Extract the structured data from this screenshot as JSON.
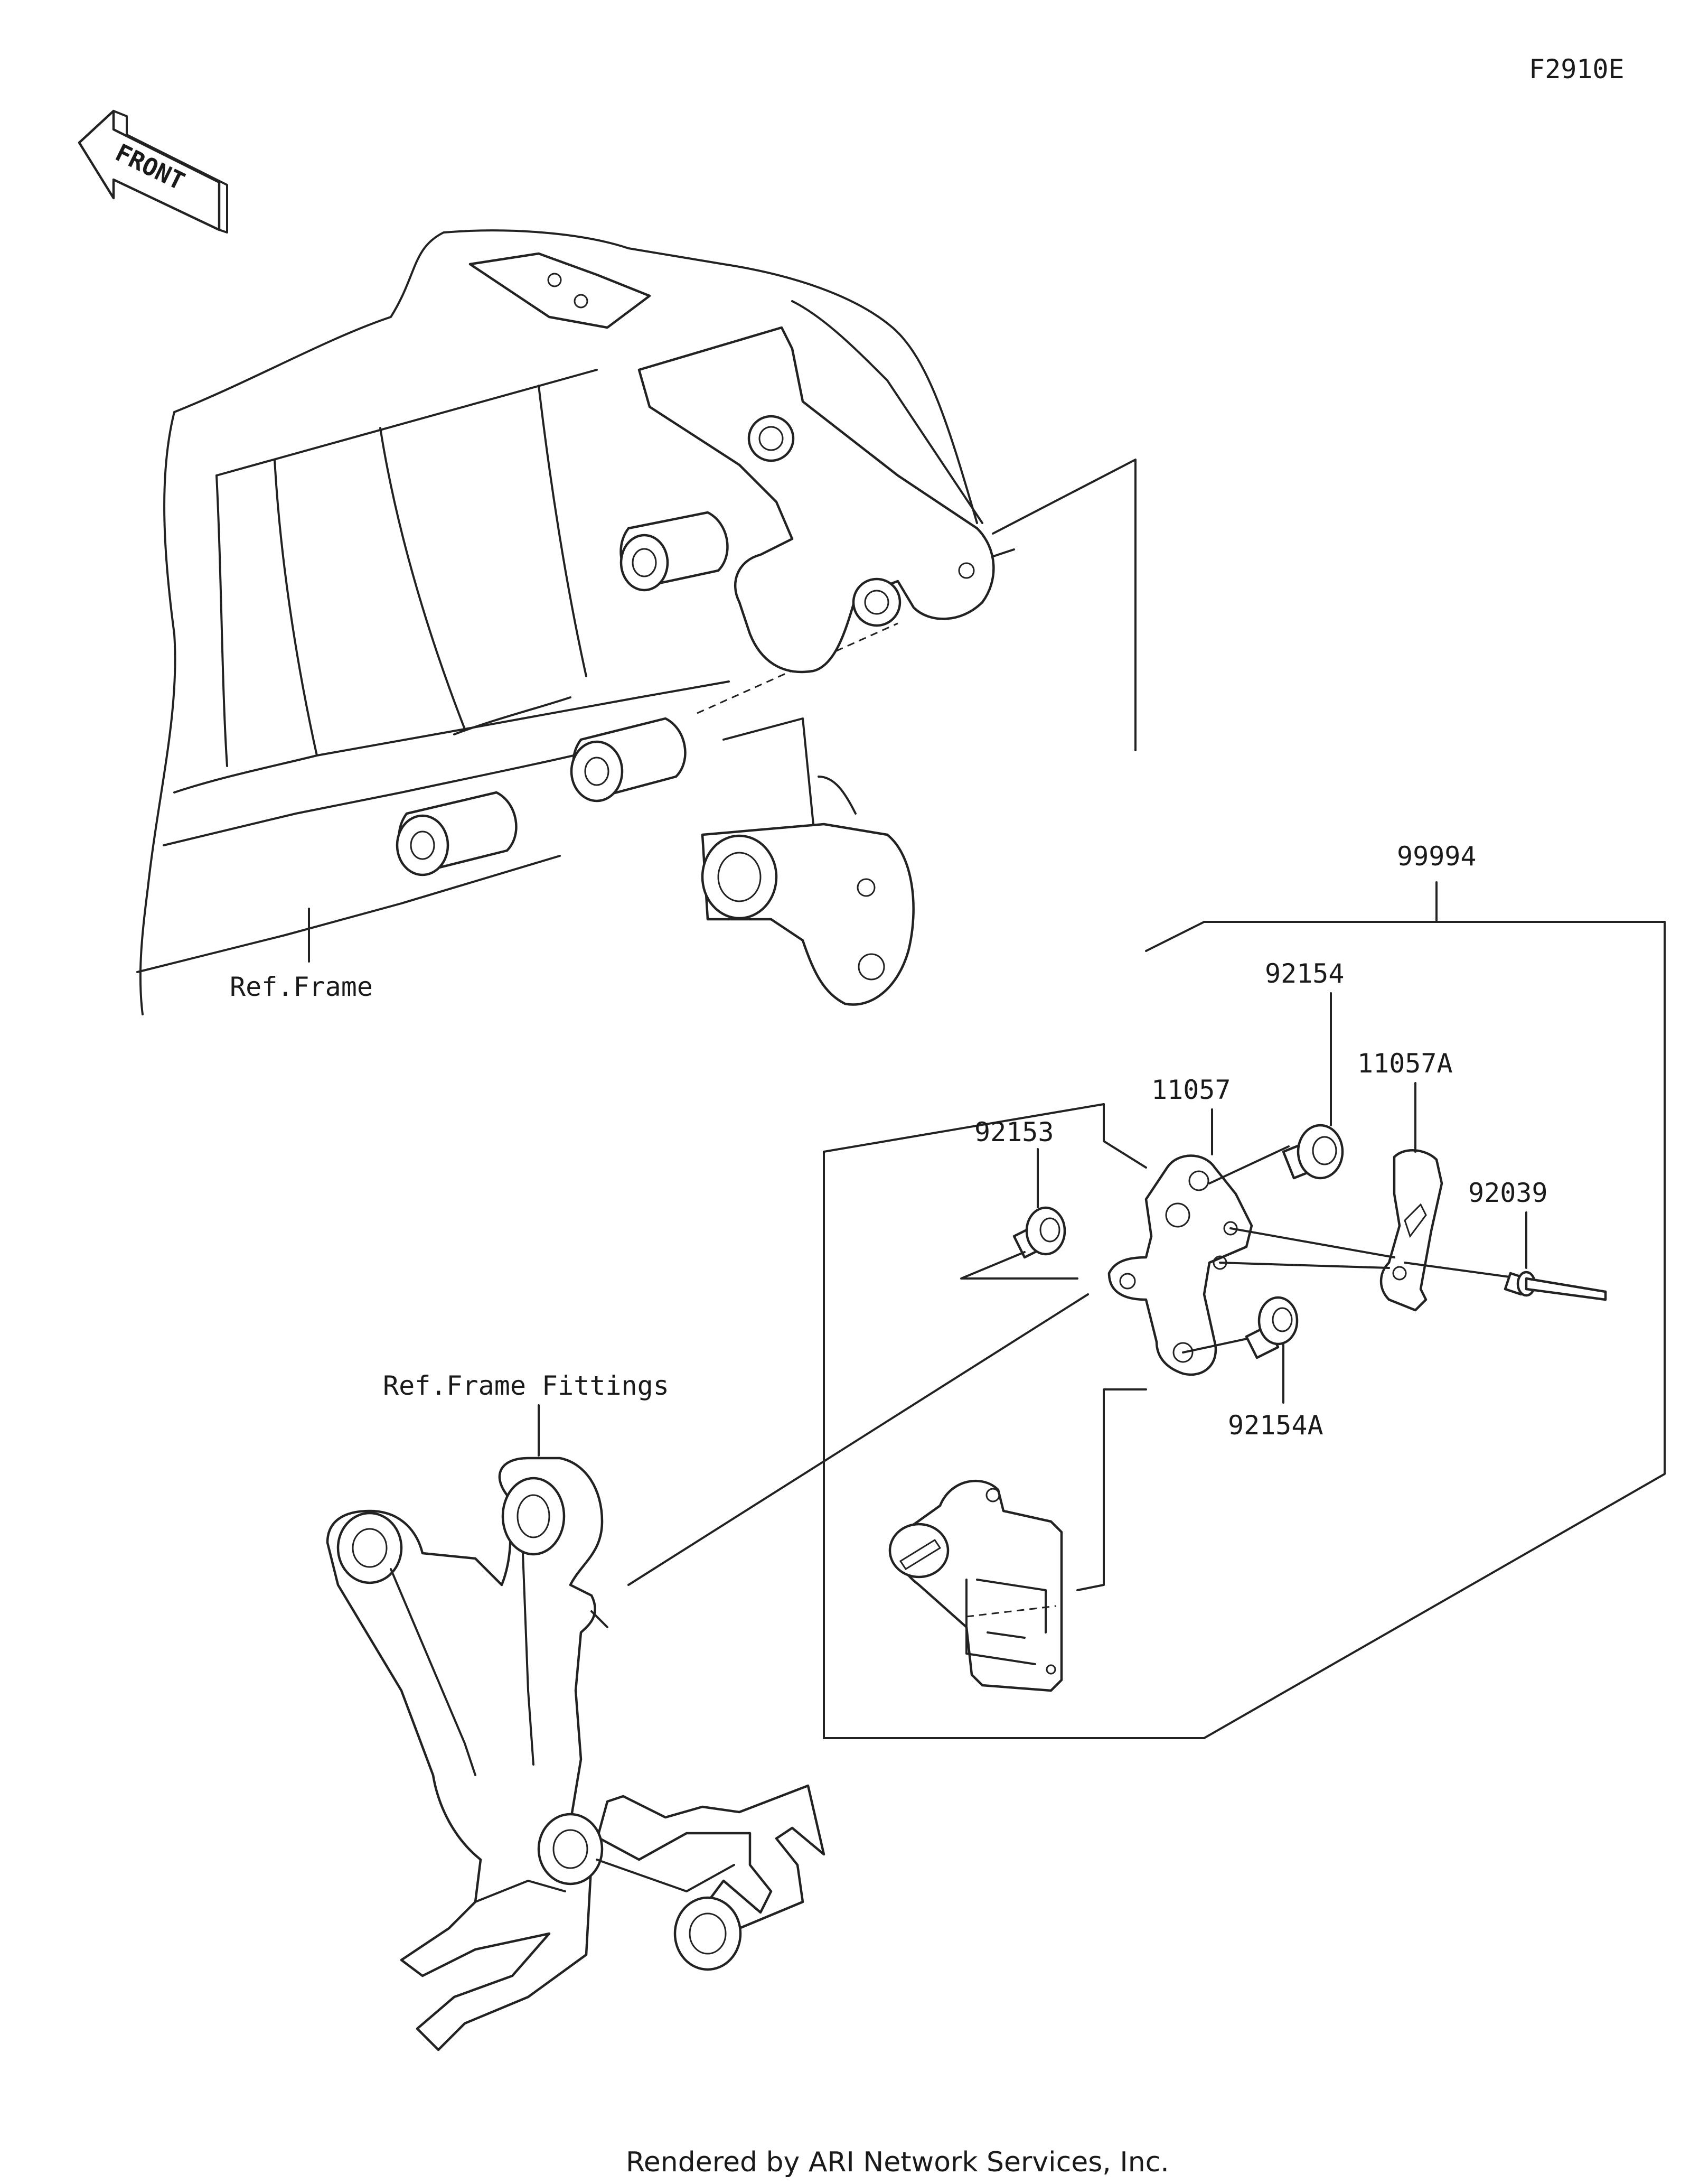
{
  "figure_code": "F2910E",
  "front_label": "FRONT",
  "labels": {
    "ref_frame": "Ref.Frame",
    "ref_frame_fittings": "Ref.Frame Fittings",
    "assembly": "99994",
    "p92154": "92154",
    "p11057": "11057",
    "p11057a": "11057A",
    "p92153": "92153",
    "p92039": "92039",
    "p92154a": "92154A"
  },
  "footer": "Rendered by ARI Network Services, Inc."
}
